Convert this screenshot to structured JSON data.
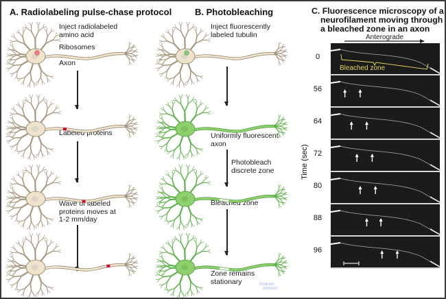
{
  "panel_a": {
    "title": "A.  Radiolabeling pulse-chase protocol",
    "labels": {
      "inject": [
        "Inject radiolabeled",
        "amino acid"
      ],
      "ribosomes": "Ribosomes",
      "axon": "Axon",
      "labeled_proteins": "Labeled proteins",
      "wave": [
        "Wave of labeled",
        "proteins moves at",
        "1-2 mm/day"
      ]
    },
    "colors": {
      "cell": "#efe3cc",
      "outline": "#8a7a63",
      "label": "#c8102e"
    }
  },
  "panel_b": {
    "title": "B.  Photobleaching",
    "labels": {
      "inject": [
        "Inject fluorescently",
        "labeled tubulin"
      ],
      "uniform": [
        "Uniformly fluorescent",
        "axon"
      ],
      "photobleach": [
        "Photobleach",
        "discrete zone"
      ],
      "bleached": "Bleached zone",
      "stationary": [
        "Zone remains",
        "stationary"
      ]
    },
    "colors": {
      "cell": "#8fcf6e",
      "outline": "#4a9a3a"
    },
    "watermark": [
      "Graham",
      "Johnson"
    ]
  },
  "panel_c": {
    "title": [
      "C. Fluorescence microscopy of a",
      "neurofilament moving through",
      "a bleached zone in an axon"
    ],
    "direction_label": "Anterograde",
    "y_axis_label": "Time (sec)",
    "bleached_zone_label": "Bleached zone",
    "bleached_zone_color": "#e6d45a",
    "frames": [
      {
        "time": "0",
        "arrows": []
      },
      {
        "time": "56",
        "arrows": [
          0.13,
          0.27
        ]
      },
      {
        "time": "64",
        "arrows": [
          0.19,
          0.33
        ]
      },
      {
        "time": "72",
        "arrows": [
          0.24,
          0.38
        ]
      },
      {
        "time": "80",
        "arrows": [
          0.27,
          0.41
        ]
      },
      {
        "time": "88",
        "arrows": [
          0.33,
          0.46
        ]
      },
      {
        "time": "96",
        "arrows": [
          0.47,
          0.61
        ]
      }
    ]
  }
}
